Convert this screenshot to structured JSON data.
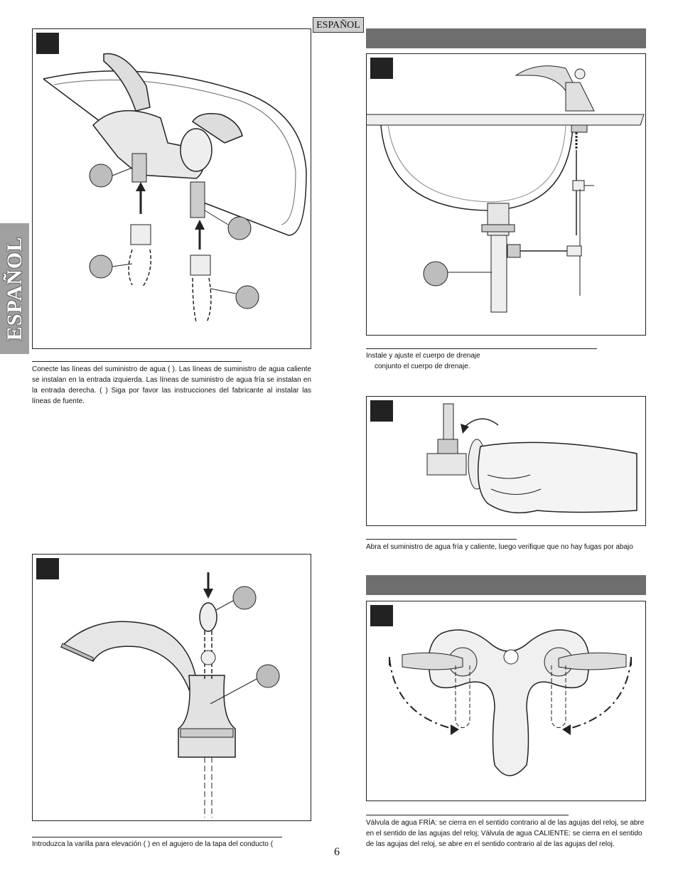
{
  "language_tag": "ESPAÑOL",
  "side_tab": "ESPAÑOL",
  "page_number": "6",
  "step_supply": {
    "text": "Conecte las líneas del suministro de agua (                                        ).  Las líneas de suministro de agua caliente se instalan en la entrada izquierda. Las líneas de suministro de agua fría se instalan en la entrada derecha. (                        ) Siga por favor las instrucciones del fabricante al instalar las líneas de fuente."
  },
  "step_lift_rod": {
    "text": "Introduzca la varilla para elevación (     ) en el agujero de la tapa del conducto ("
  },
  "step_drain": {
    "text_line1": "Instale y ajuste el cuerpo de drenaje",
    "text_line2": "conjunto   el cuerpo de drenaje."
  },
  "step_water_on": {
    "text": "Abra el suministro de agua fría y caliente, luego verifique que no hay fugas por abajo"
  },
  "step_valves": {
    "text": "Válvula de agua FRÍA: se cierra en el sentido contrario al de las agujas del reloj, se abre en el sentido de las agujas del reloj; Válvula de agua CALIENTE: se cierra en el sentido de las agujas del reloj, se abre en el sentido contrario al de las agujas del reloj."
  }
}
